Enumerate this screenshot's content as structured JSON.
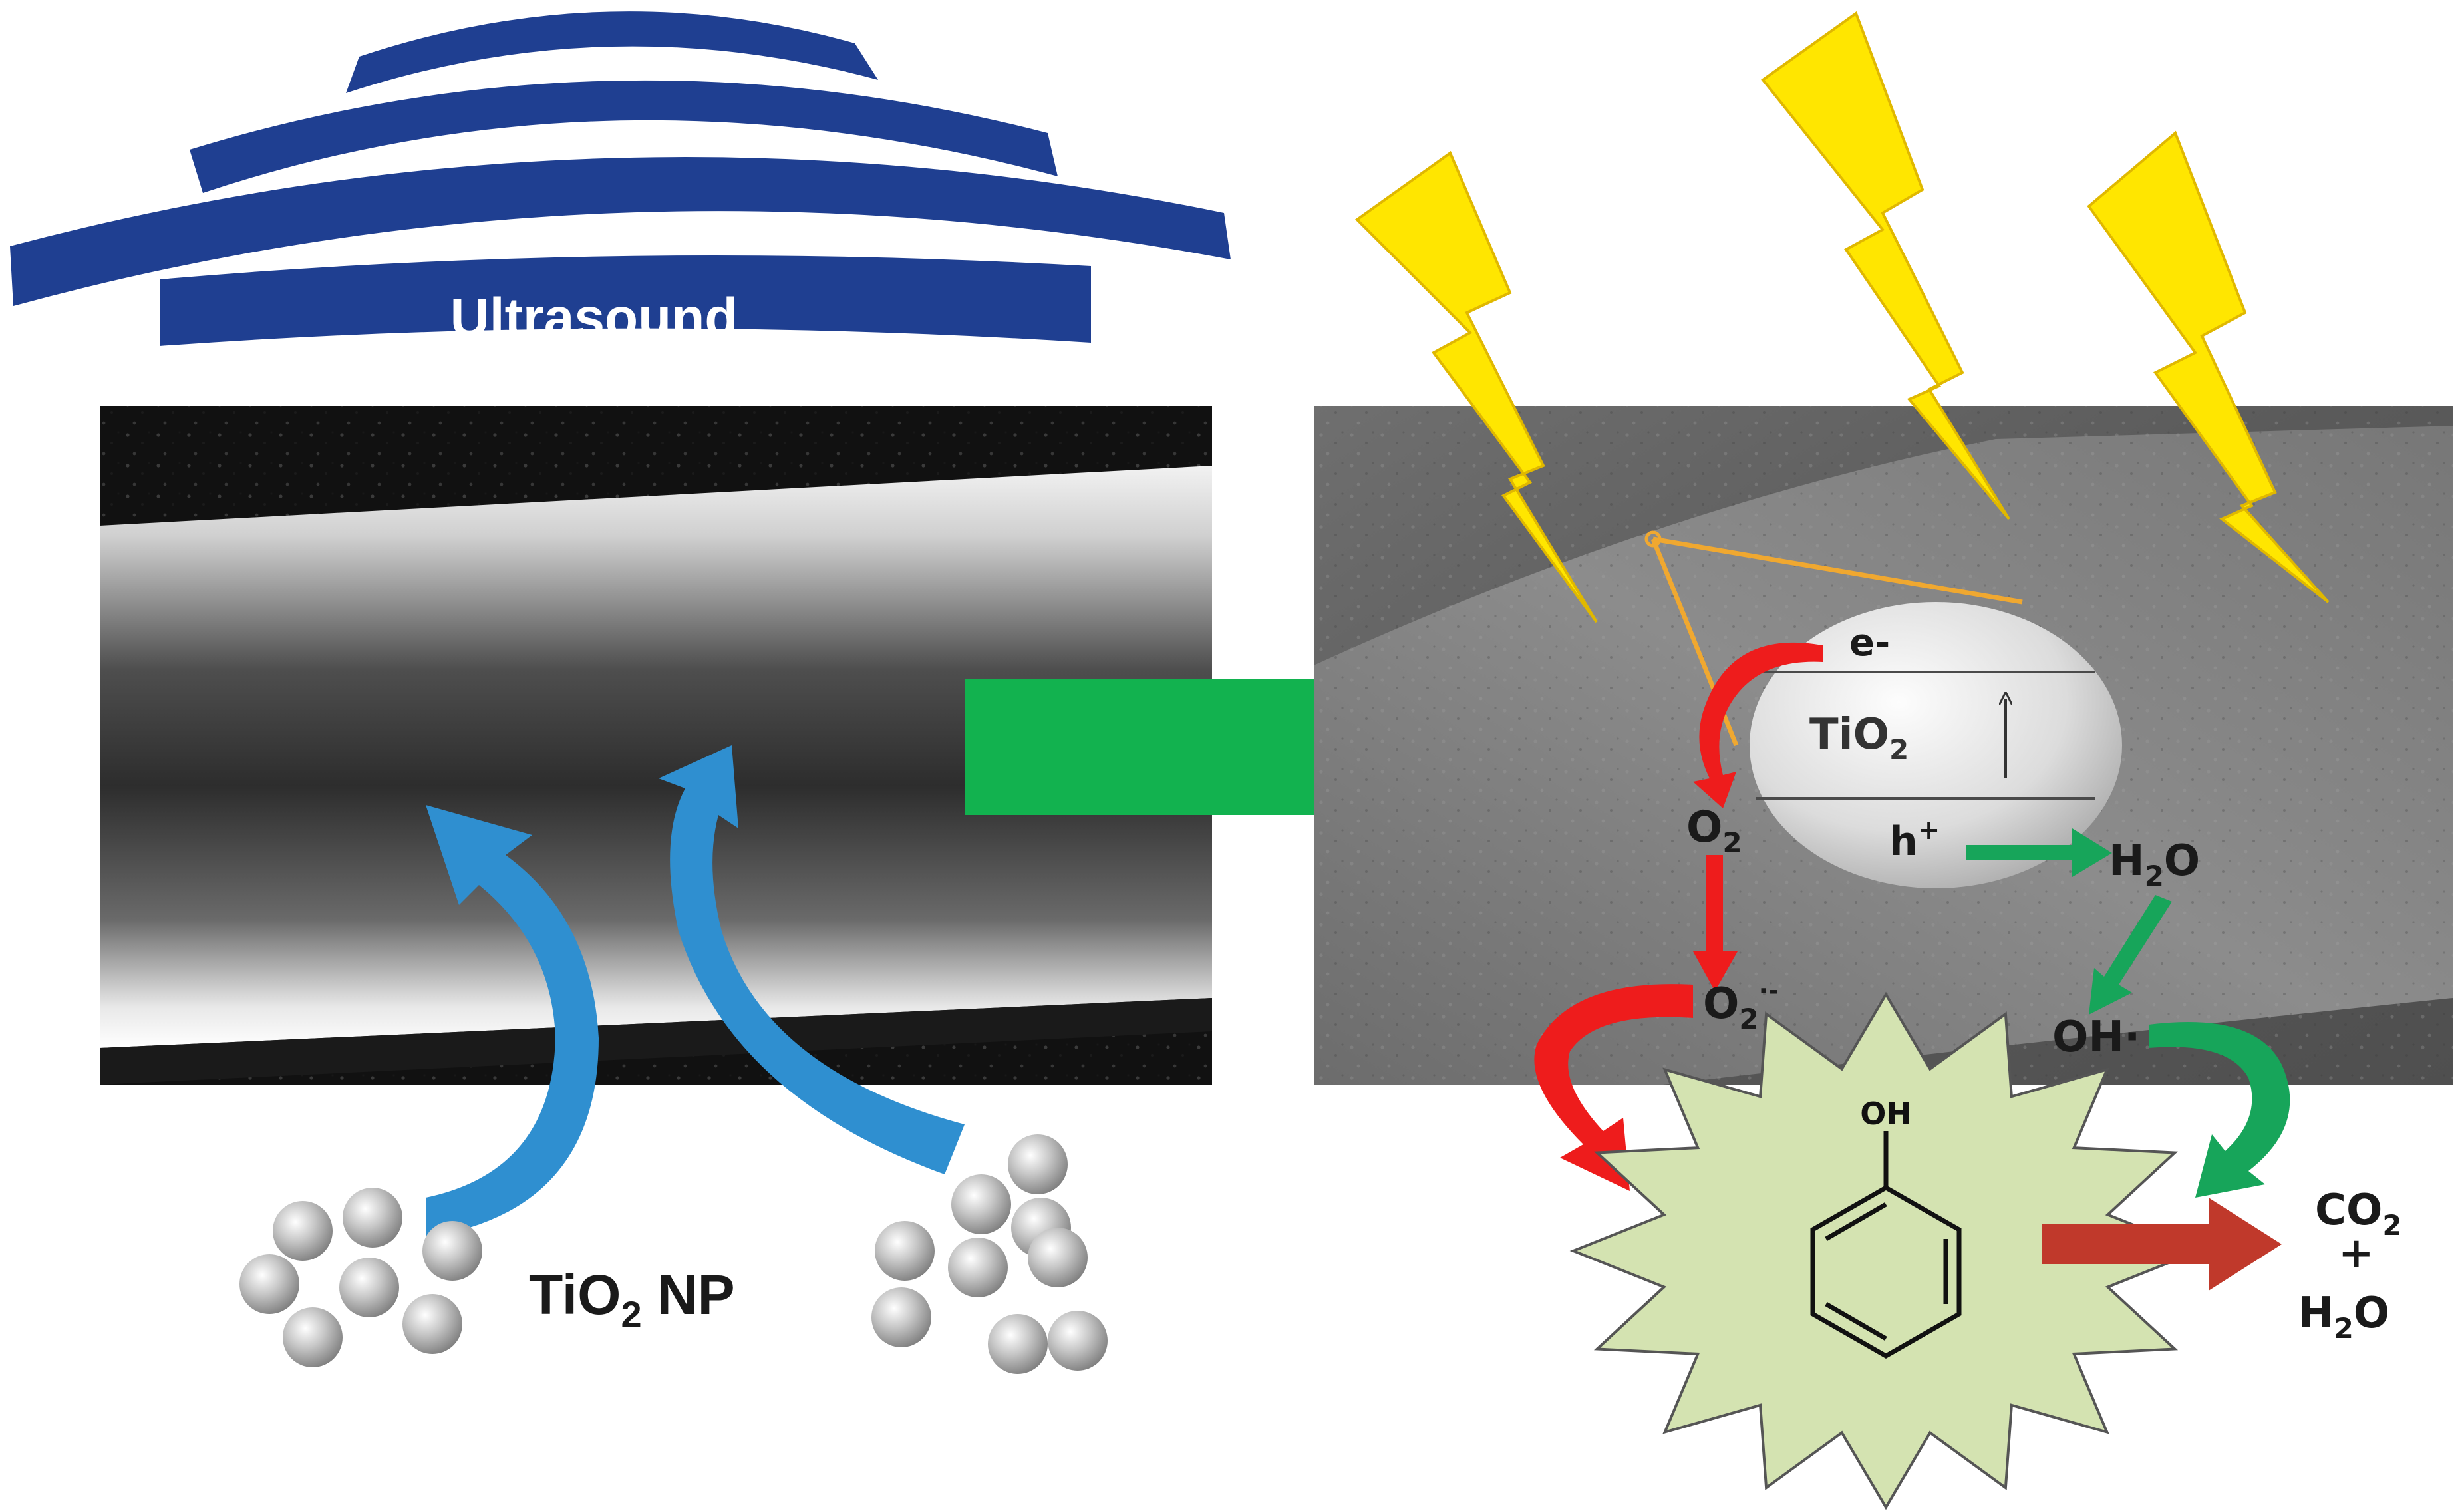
{
  "ultrasound": {
    "label": "Ultrasound"
  },
  "left_panel": {
    "particles_label": "TiO",
    "particles_sub": "2",
    "particles_suffix": " NP"
  },
  "right_panel": {
    "electron": "e-",
    "catalyst": "TiO",
    "catalyst_sub": "2",
    "hole": "h",
    "hole_sup": "+",
    "oxygen": "O",
    "oxygen_sub": "2",
    "superoxide": "O",
    "superoxide_sub": "2",
    "superoxide_sup": "·-",
    "water": "H",
    "water_sub": "2",
    "water_suffix": "O",
    "hydroxyl": "OH·",
    "phenol_oh": "OH",
    "product_co2": "CO",
    "product_co2_sub": "2",
    "product_plus": "+",
    "product_h2o": "H",
    "product_h2o_sub": "2",
    "product_h2o_suffix": "O"
  },
  "colors": {
    "ultrasound_blue": "#1f3f91",
    "process_arrow_green": "#12b24f",
    "reduction_red": "#ee1c1c",
    "oxidation_green": "#17a55a",
    "product_arrow": "#c0392b",
    "lightning_yellow": "#ffe600",
    "pollutant_fill": "#d4e3b1",
    "transfer_blue": "#2f8fd0",
    "highlight_orange": "#f0a830"
  }
}
